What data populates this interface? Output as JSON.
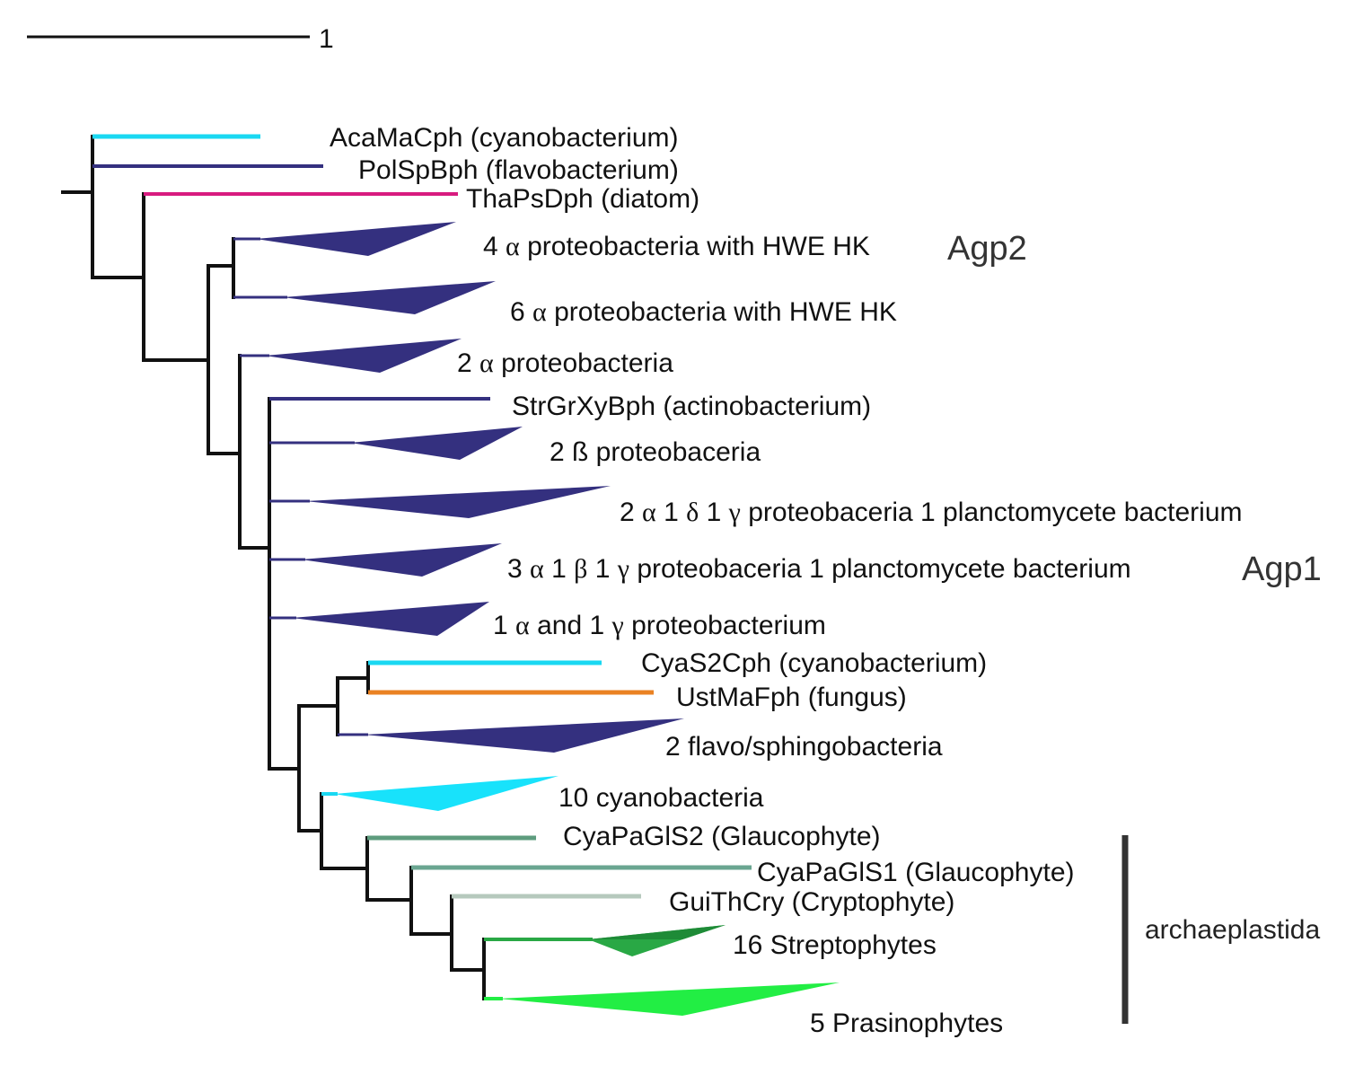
{
  "scale_bar": {
    "label": "1"
  },
  "colors": {
    "backbone": "#111111",
    "clade_dark": "#34307f",
    "cyan": "#1ad8f2",
    "magenta": "#d81b7f",
    "orange": "#ea8223",
    "glauco1": "#5e9c7e",
    "glauco2": "#6aa691",
    "crypto": "#b6c9bd",
    "strepto": "#29a845",
    "strepto_dark": "#1e8b37",
    "prasino": "#22ee44",
    "bracket": "#333333"
  },
  "taxa": {
    "acamacph": "AcaMaCph (cyanobacterium)",
    "polspbph": "PolSpBph (flavobacterium)",
    "thapsdph": "ThaPsDph (diatom)",
    "alpha4": {
      "pre": "4 ",
      "g1": "α",
      "post": " proteobacteria with HWE HK"
    },
    "alpha6": {
      "pre": "6 ",
      "g1": "α",
      "post": " proteobacteria with HWE HK"
    },
    "alpha2": {
      "pre": "2 ",
      "g1": "α",
      "post": " proteobacteria"
    },
    "strgrxybph": "StrGrXyBph (actinobacterium)",
    "beta2": "2 ß proteobaceria",
    "mix1": {
      "pre": "2 ",
      "g1": "α",
      "mid1": " 1 ",
      "g2": "δ",
      "mid2": " 1 ",
      "g3": "γ",
      "post": " proteobaceria 1 planctomycete bacterium"
    },
    "mix2": {
      "pre": "3 ",
      "g1": "α",
      "mid1": " 1 ",
      "g2": "β",
      "mid2": " 1 ",
      "g3": "γ",
      "post": " proteobaceria 1 planctomycete bacterium"
    },
    "mix3": {
      "pre": "1 ",
      "g1": "α",
      "mid": " and 1 ",
      "g2": "γ",
      "post": " proteobacterium"
    },
    "cyas2cph": "CyaS2Cph (cyanobacterium)",
    "ustmafph": "UstMaFph (fungus)",
    "flavo2": "2 flavo/sphingobacteria",
    "cyano10": "10 cyanobacteria",
    "cyapagls2": "CyaPaGlS2 (Glaucophyte)",
    "cyapagls1": "CyaPaGlS1 (Glaucophyte)",
    "guithcry": "GuiThCry (Cryptophyte)",
    "strepto16": "16 Streptophytes",
    "prasino5": "5 Prasinophytes"
  },
  "group_labels": {
    "agp2": "Agp2",
    "agp1": "Agp1",
    "archaeplastida": "archaeplastida"
  }
}
